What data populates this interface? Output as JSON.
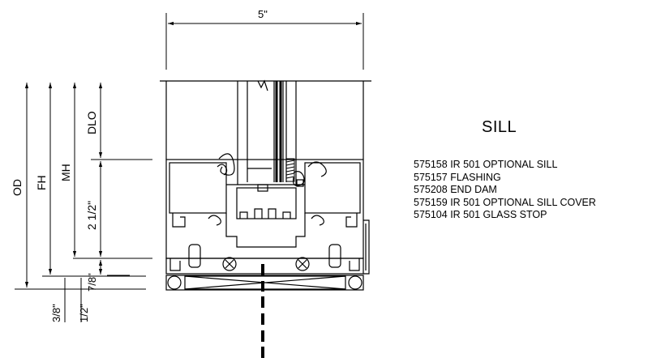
{
  "title": "SILL",
  "dimensions": {
    "width": "5\"",
    "od": "OD",
    "fh": "FH",
    "mh": "MH",
    "dlo": "DLO",
    "two_half": "2 1/2\"",
    "seven_eighth": "7/8\"",
    "three_eighth": "3/8\"",
    "one_half": "1/2\""
  },
  "parts": [
    {
      "number": "575158",
      "description": "IR 501 OPTIONAL SILL"
    },
    {
      "number": "575157",
      "description": "FLASHING"
    },
    {
      "number": "575208",
      "description": "END DAM"
    },
    {
      "number": "575159",
      "description": "IR 501 OPTIONAL SILL COVER"
    },
    {
      "number": "575104",
      "description": "IR 501 GLASS STOP"
    }
  ]
}
